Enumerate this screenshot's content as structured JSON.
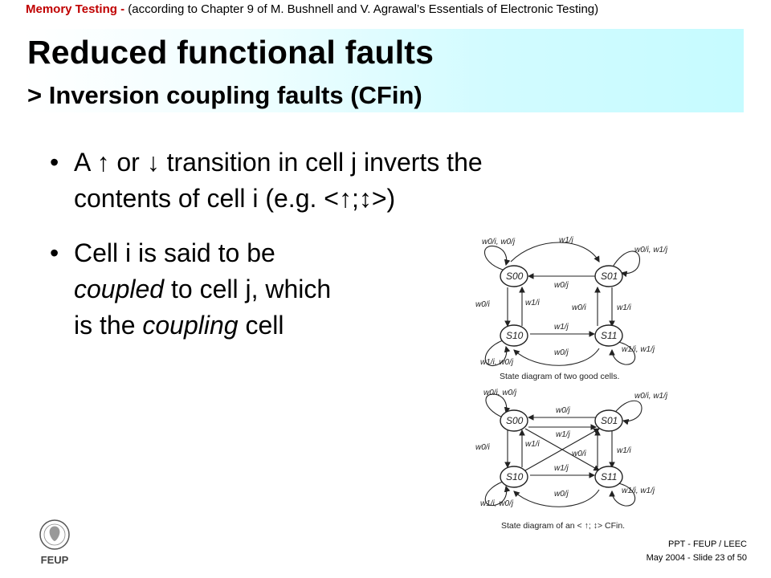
{
  "header": {
    "course": "Memory Testing - ",
    "reference": "(according to Chapter 9 of M. Bushnell and V. Agrawal’s Essentials of Electronic Testing)"
  },
  "title": {
    "main": "Reduced functional faults",
    "sub": "> Inversion coupling faults (CFin)"
  },
  "bullets": {
    "dot": "•",
    "b1_line1": "A ↑ or ↓ transition in cell j inverts the",
    "b1_line2": "contents of cell i (e.g. <↑;↕>)",
    "b2_line1": "Cell i is said to be",
    "b2_line2_em": "coupled",
    "b2_line2_rest": " to cell j, which",
    "b2_line3_pre": "is the ",
    "b2_line3_em": "coupling",
    "b2_line3_post": " cell"
  },
  "diagram_top": {
    "states": {
      "s00": "S00",
      "s01": "S01",
      "s10": "S10",
      "s11": "S11"
    },
    "labels": {
      "tl_self": "w0/i, w0/j",
      "top_arc": "w1/j",
      "tr_self": "w0/i, w1/j",
      "mid_top": "w0/j",
      "left_out": "w0/i",
      "left_in": "w1/i",
      "right_in": "w0/i",
      "right_out": "w1/i",
      "mid_bottom": "w1/j",
      "bottom_arc": "w0/j",
      "br_self": "w1/i, w1/j",
      "bl_self": "w1/i, w0/j"
    },
    "caption": "State diagram of two good cells."
  },
  "diagram_bottom": {
    "states": {
      "s00": "S00",
      "s01": "S01",
      "s10": "S10",
      "s11": "S11"
    },
    "labels": {
      "tl_self": "w0/i, w0/j",
      "tr_self": "w0/i, w1/j",
      "top_upper": "w0/j",
      "top_lower": "w1/j",
      "left_out": "w0/i",
      "left_in": "w1/i",
      "right_in": "w0/i",
      "right_out": "w1/i",
      "mid_bottom": "w1/j",
      "bottom_arc": "w0/j",
      "br_self": "w1/i, w1/j",
      "bl_self": "w1/i, w0/j"
    },
    "caption": "State diagram of an < ↑; ↕> CFin."
  },
  "footer": {
    "logo_text": "FEUP",
    "line1": "PPT - FEUP / LEEC",
    "line2": "May 2004 - Slide 23 of 50"
  }
}
